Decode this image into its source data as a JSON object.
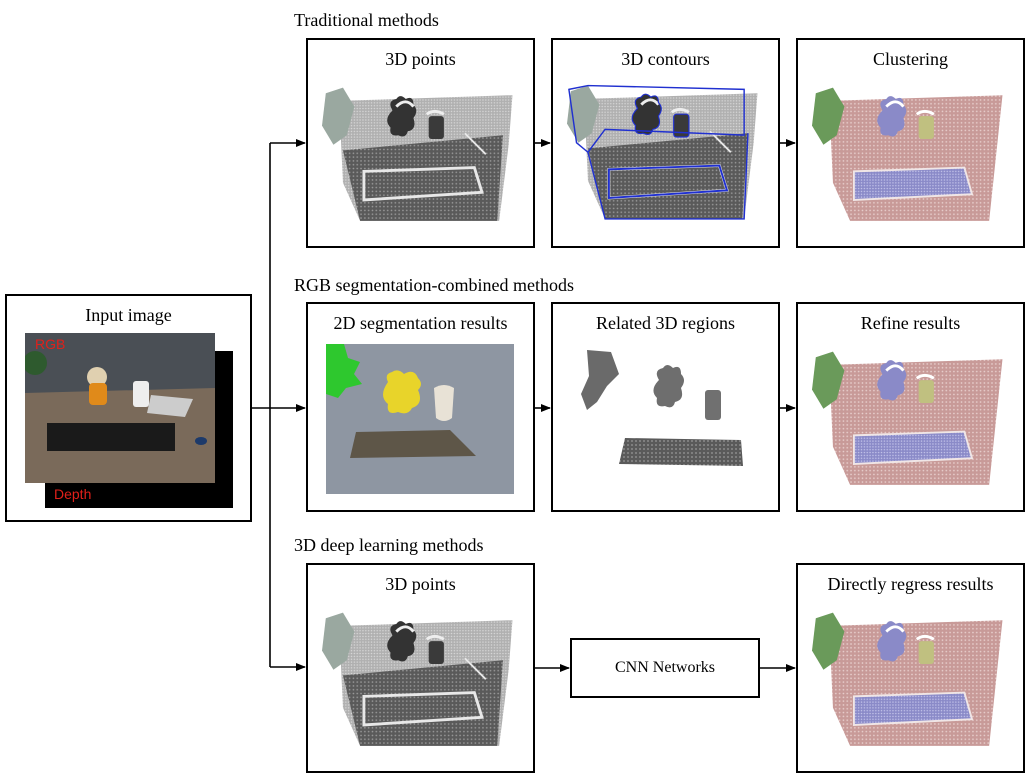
{
  "sections": {
    "traditional": "Traditional methods",
    "rgb_combined": "RGB segmentation-combined methods",
    "deep_learning": "3D deep learning methods"
  },
  "input": {
    "title": "Input image",
    "rgb_label": "RGB",
    "depth_label": "Depth"
  },
  "row1": {
    "box1": "3D points",
    "box2": "3D contours",
    "box3": "Clustering"
  },
  "row2": {
    "box1": "2D segmentation results",
    "box2": "Related 3D regions",
    "box3": "Refine results"
  },
  "row3": {
    "box1": "3D points",
    "cnn": "CNN Networks",
    "box3": "Directly regress results"
  },
  "colors": {
    "contour_blue": "#2030d0",
    "cluster_pink": "#c89a98",
    "cluster_green": "#6a9a5a",
    "cluster_blue": "#8a8ac8",
    "cluster_olive": "#c0c080",
    "seg_gray": "#8e96a2",
    "seg_green": "#2ec82e",
    "seg_yellow": "#e8d42a",
    "seg_cream": "#e8e2d6",
    "seg_brown": "#5e5648",
    "rgb_label_red": "#e0201a"
  }
}
